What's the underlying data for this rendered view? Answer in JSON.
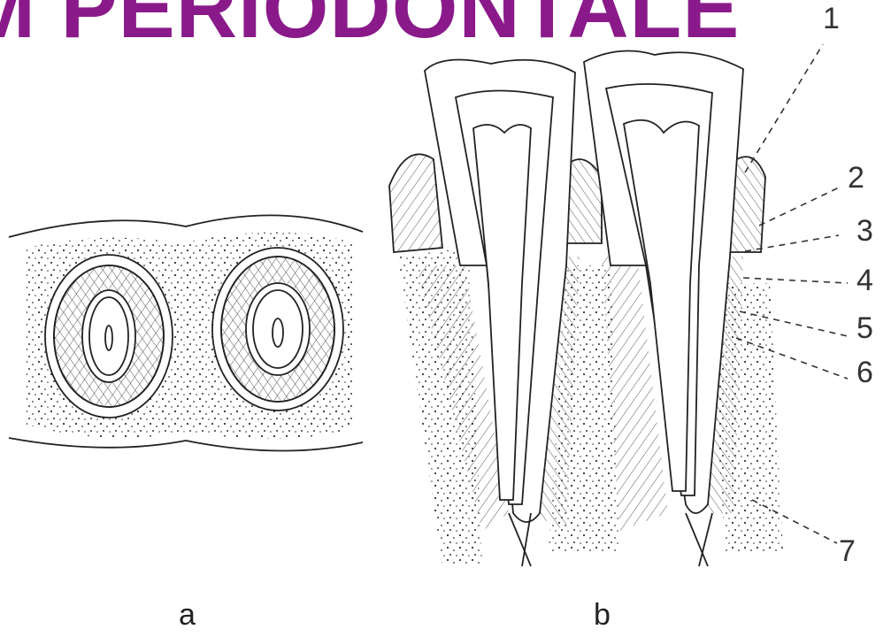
{
  "title": "M PERIODONTALE",
  "title_color": "#8a1a8a",
  "captions": {
    "a": "a",
    "b": "b"
  },
  "labels": [
    "1",
    "2",
    "3",
    "4",
    "5",
    "6",
    "7"
  ]
}
